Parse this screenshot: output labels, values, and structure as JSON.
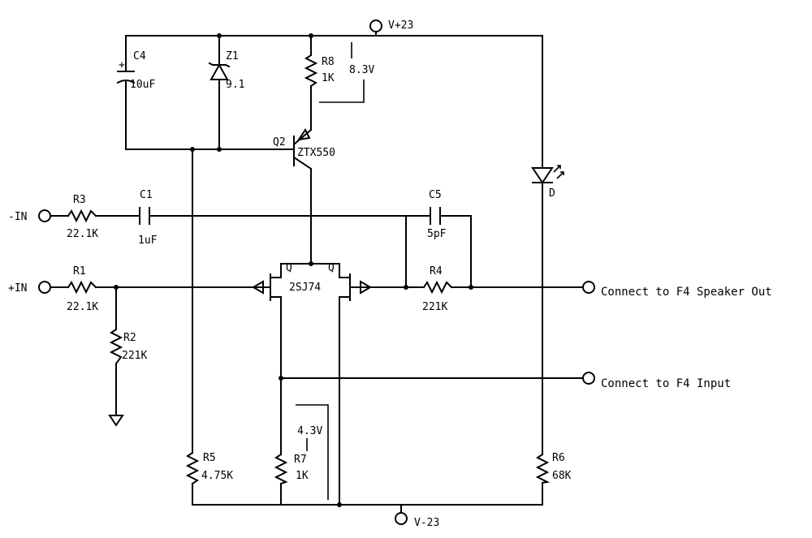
{
  "supplies": {
    "vpos": "V+23",
    "vneg": "V-23"
  },
  "inputs": {
    "neg_in": "-IN",
    "pos_in": "+IN"
  },
  "outputs": {
    "speaker_out": "Connect to F4 Speaker Out",
    "f4_input": "Connect to F4 Input"
  },
  "components": {
    "c4": {
      "ref": "C4",
      "value": "10uF"
    },
    "z1": {
      "ref": "Z1",
      "value": "9.1"
    },
    "r8": {
      "ref": "R8",
      "value": "1K"
    },
    "q2": {
      "ref": "Q2",
      "value": "ZTX550"
    },
    "r3": {
      "ref": "R3",
      "value": "22.1K"
    },
    "c1": {
      "ref": "C1",
      "value": "1uF"
    },
    "c5": {
      "ref": "C5",
      "value": "5pF"
    },
    "r1": {
      "ref": "R1",
      "value": "22.1K"
    },
    "r2": {
      "ref": "R2",
      "value": "221K"
    },
    "r4": {
      "ref": "R4",
      "value": "221K"
    },
    "jfet": {
      "q_left": "Q",
      "q_right": "Q",
      "value": "2SJ74"
    },
    "r5": {
      "ref": "R5",
      "value": "4.75K"
    },
    "r7": {
      "ref": "R7",
      "value": "1K"
    },
    "r6": {
      "ref": "R6",
      "value": "68K"
    },
    "led": {
      "ref": "D"
    }
  },
  "voltages": {
    "r8_drop": "8.3V",
    "r7_drop": "4.3V"
  }
}
